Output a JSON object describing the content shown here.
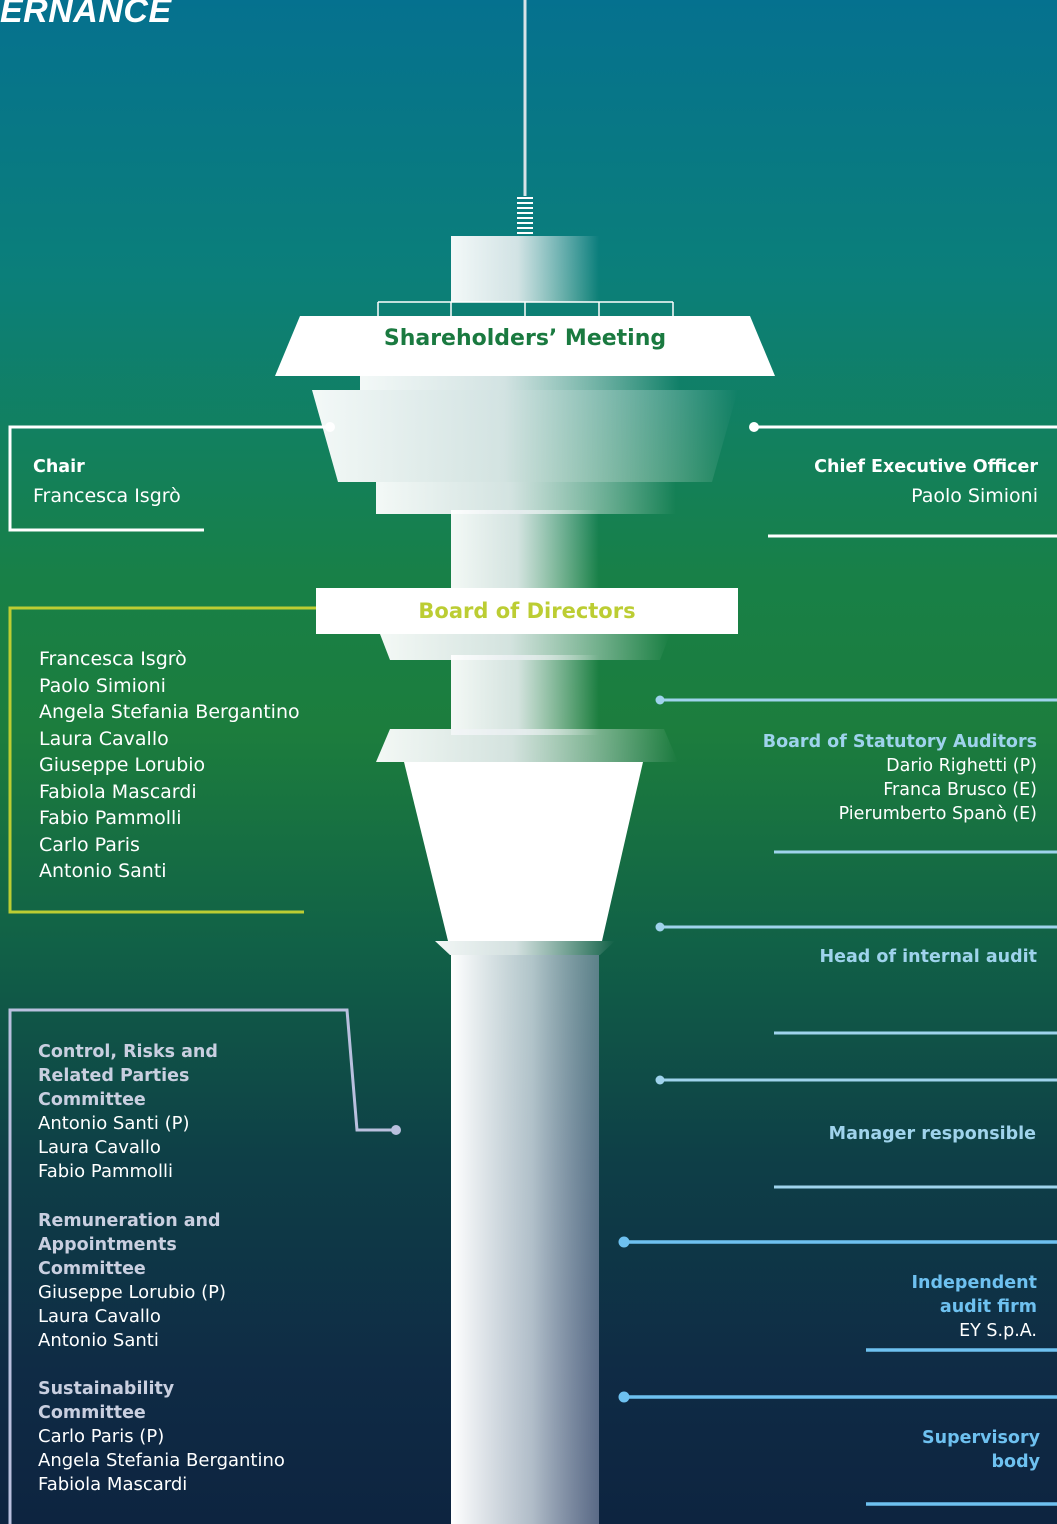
{
  "header": {
    "title_fragment": "ERNANCE"
  },
  "diagram": {
    "shareholders_meeting": "Shareholders’ Meeting",
    "board_of_directors": "Board of Directors",
    "chair": {
      "label": "Chair",
      "name": "Francesca Isgrò"
    },
    "ceo": {
      "label": "Chief Executive Officer",
      "name": "Paolo Simioni"
    },
    "board_members": [
      "Francesca Isgrò",
      "Paolo Simioni",
      "Angela Stefania Bergantino",
      "Laura Cavallo",
      "Giuseppe Lorubio",
      "Fabiola Mascardi",
      "Fabio Pammolli",
      "Carlo Paris",
      "Antonio Santi"
    ],
    "statutory_auditors": {
      "label": "Board of Statutory Auditors",
      "members": [
        "Dario Righetti (P)",
        "Franca Brusco (E)",
        "Pierumberto Spanò (E)"
      ]
    },
    "internal_audit": {
      "label": "Head of internal audit"
    },
    "manager_responsible": {
      "label": "Manager responsible"
    },
    "audit_firm": {
      "label_line1": "Independent",
      "label_line2": "audit firm",
      "name": "EY S.p.A."
    },
    "supervisory_body": {
      "label_line1": "Supervisory",
      "label_line2": "body"
    },
    "committees": [
      {
        "title_lines": [
          "Control, Risks and",
          "Related Parties",
          "Committee"
        ],
        "members": [
          "Antonio Santi (P)",
          "Laura Cavallo",
          "Fabio Pammolli"
        ]
      },
      {
        "title_lines": [
          "Remuneration and",
          "Appointments",
          "Committee"
        ],
        "members": [
          "Giuseppe Lorubio (P)",
          "Laura Cavallo",
          "Antonio Santi"
        ]
      },
      {
        "title_lines": [
          "Sustainability",
          "Committee"
        ],
        "members": [
          "Carlo Paris (P)",
          "Angela Stefania Bergantino",
          "Fabiola Mascardi"
        ]
      }
    ]
  },
  "colors": {
    "board_accent": "#bccd33",
    "committee_accent": "#c9cfe0",
    "auditor_accent": "#9fd3ec",
    "firm_accent": "#6ec1f0",
    "shareholders_text": "#1a7a40"
  }
}
